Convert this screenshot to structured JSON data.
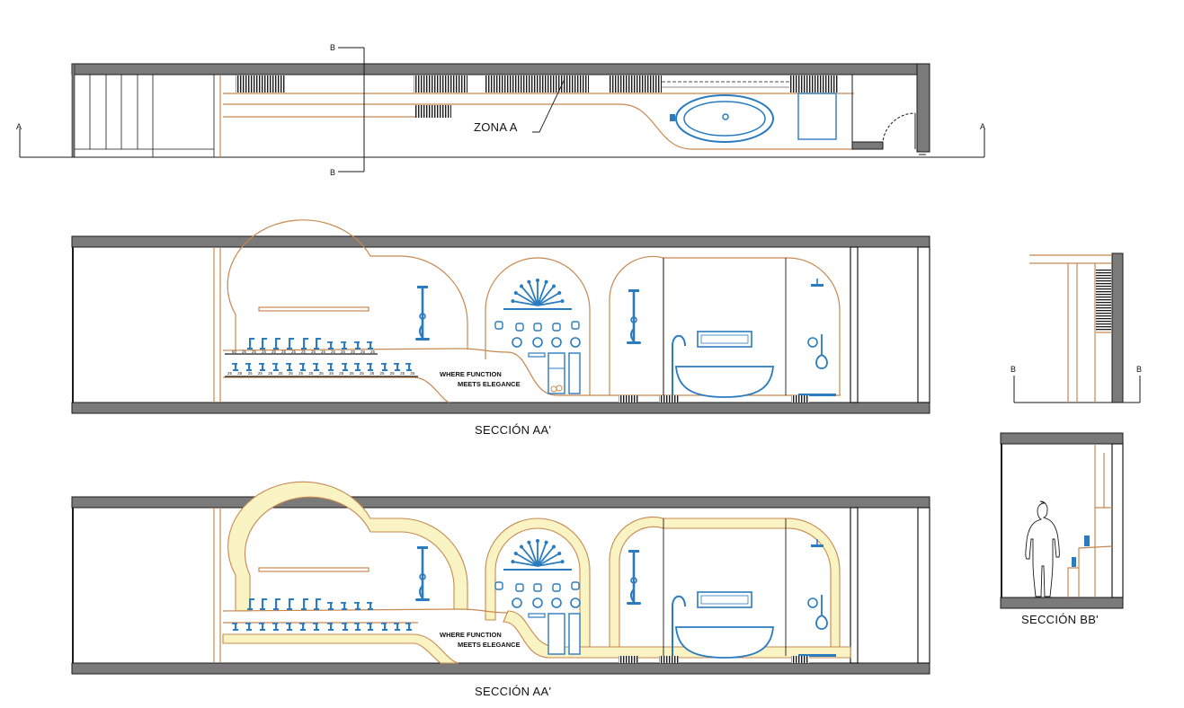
{
  "plan": {
    "zone_label": "ZONA A",
    "section_markers": {
      "a_left": "A",
      "a_right": "A",
      "b_top": "B",
      "b_bottom": "B"
    }
  },
  "section_aa_1": {
    "caption": "SECCIÓN AA'",
    "slogan_line1": "WHERE FUNCTION",
    "slogan_line2": "MEETS ELEGANCE",
    "shelf_upper_numbers": [
      "50",
      "25",
      "25",
      "25",
      "25",
      "25",
      "25",
      "25",
      "25",
      "25",
      "25",
      "25",
      "25",
      "25",
      "25"
    ],
    "shelf_lower_numbers": [
      "25",
      "25",
      "25",
      "25",
      "25",
      "25",
      "25",
      "25",
      "25",
      "25",
      "25",
      "25",
      "25",
      "25",
      "25",
      "25",
      "25",
      "25",
      "25"
    ]
  },
  "section_aa_2": {
    "caption": "SECCIÓN  AA'",
    "slogan_line1": "WHERE FUNCTION",
    "slogan_line2": "MEETS ELEGANCE"
  },
  "section_bb": {
    "caption": "SECCIÓN  BB'",
    "marker_left": "B",
    "marker_right": "B"
  },
  "colors": {
    "wall_fill": "#7a7a7a",
    "contour": "#c8884f",
    "fixture": "#2a7bc0",
    "highlight": "#faf4c4",
    "linework": "#1a1a1a"
  }
}
